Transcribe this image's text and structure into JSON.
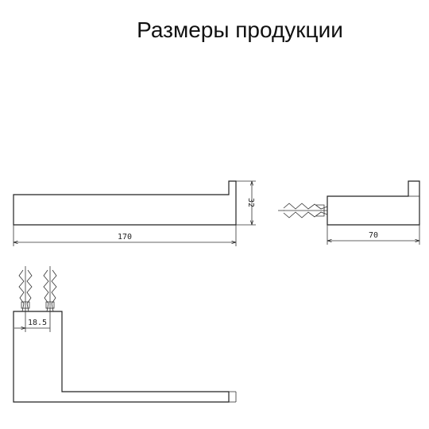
{
  "page": {
    "title": "Размеры продукции"
  },
  "dimensions": {
    "front_length": "170",
    "front_height": "32",
    "side_depth": "70",
    "bottom_spacing": "18.5"
  },
  "colors": {
    "line": "#222222",
    "background": "#ffffff"
  }
}
